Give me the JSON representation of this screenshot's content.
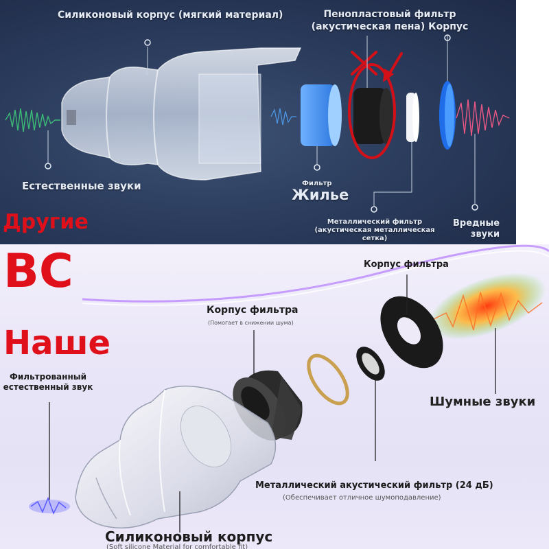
{
  "top": {
    "label_silicone": "Силиконовый корпус (мягкий материал)",
    "label_foam_line1": "Пенопластовый фильтр",
    "label_foam_line2": "(акустическая пена) Корпус",
    "label_natural": "Естественные звуки",
    "label_filter_small": "Фильтр",
    "label_housing": "Жилье",
    "label_metal_line1": "Металлический фильтр",
    "label_metal_line2": "(акустическая металлическая",
    "label_metal_line3": "сетка)",
    "label_harmful_line1": "Вредные",
    "label_harmful_line2": "звуки",
    "label_others": "Другие"
  },
  "bottom": {
    "label_vs": "ВС",
    "label_ours": "Наше",
    "label_filter_body_top": "Корпус фильтра",
    "label_filter_body": "Корпус фильтра",
    "label_filter_body_sub": "(Помогает в снижении шума)",
    "label_filtered_line1": "Фильтрованный",
    "label_filtered_line2": "естественный звук",
    "label_noisy": "Шумные звуки",
    "label_metal_acoustic": "Металлический акустический фильтр (24 дБ)",
    "label_metal_acoustic_sub": "(Обеспечивает отличное шумоподавление)",
    "label_silicone_body": "Силиконовый корпус",
    "label_silicone_body_sub": "(Soft silicone Material for comfortable fit)"
  },
  "colors": {
    "accent_red": "#e0101a",
    "blue_filter": "#3b8cf0"
  }
}
